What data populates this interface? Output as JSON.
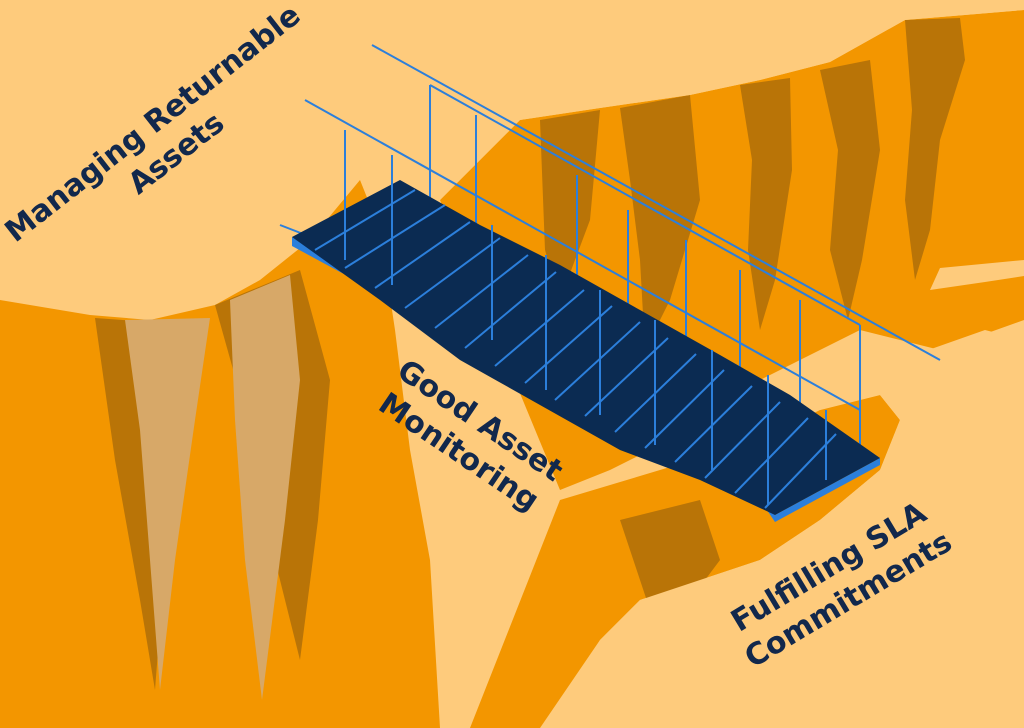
{
  "palette": {
    "sky": "#fecb7c",
    "cliff_face": "#f39600",
    "cliff_shadow": "#b97407",
    "dusty_shadow": "#d7a868",
    "bridge_deck": "#0b2b52",
    "bridge_rail": "#2c7fdb",
    "text": "#12284c"
  },
  "labels": {
    "left": {
      "line1": "Managing Returnable",
      "line2": "Assets"
    },
    "center": {
      "line1": "Good Asset",
      "line2": "Monitoring"
    },
    "right": {
      "line1": "Fulfilling SLA",
      "line2": "Commitments"
    }
  },
  "icons": [
    "cliff-left",
    "cliff-right",
    "suspension-bridge"
  ]
}
